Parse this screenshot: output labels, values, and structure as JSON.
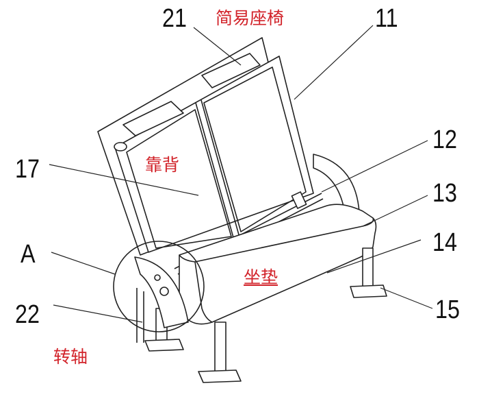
{
  "title": "简易座椅",
  "labels": {
    "n21": "21",
    "n11": "11",
    "n12": "12",
    "n17": "17",
    "n13": "13",
    "nA": "A",
    "n14": "14",
    "n22": "22",
    "n15": "15"
  },
  "annotations": {
    "backrest": "靠背",
    "cushion": "坐垫",
    "shaft": "转轴"
  },
  "colors": {
    "annotation": "#d2232a",
    "line": "#222222"
  }
}
